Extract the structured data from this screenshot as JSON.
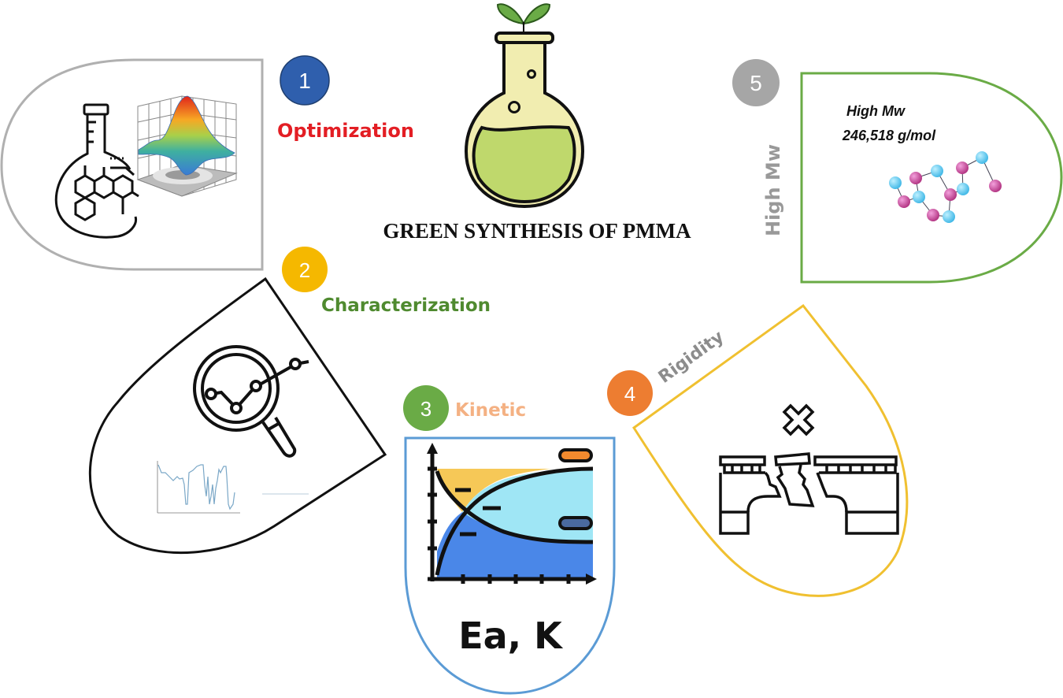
{
  "title": "GREEN SYNTHESIS OF PMMA",
  "colors": {
    "optimization_text": "#e31e24",
    "characterization_text": "#4f8a2f",
    "kinetic_text": "#f4b183",
    "rigidity_text": "#8c8c8c",
    "highmw_text": "#999999",
    "badge_1": "#2f5fad",
    "badge_2": "#f5b800",
    "badge_3": "#6aab46",
    "badge_4": "#ed7d31",
    "badge_5": "#a6a6a6",
    "panel_1_border": "#b0b0b0",
    "panel_2_border": "#111111",
    "panel_3_border": "#5b9bd5",
    "panel_4_border": "#f0c030",
    "panel_5_border": "#6aab46"
  },
  "steps": [
    {
      "number": "1",
      "label": "Optimization",
      "icon": "flask-response-surface-icon"
    },
    {
      "number": "2",
      "label": "Characterization",
      "icon": "magnifier-chart-icon"
    },
    {
      "number": "3",
      "label": "Kinetic",
      "icon": "kinetic-curves-icon",
      "panel_text": "Ea, K"
    },
    {
      "number": "4",
      "label": "Rigidity",
      "icon": "broken-bridge-icon"
    },
    {
      "number": "5",
      "label": "High Mw",
      "icon": "polymer-chain-icon",
      "panel_line1": "High Mw",
      "panel_line2": "246,518 g/mol"
    }
  ]
}
